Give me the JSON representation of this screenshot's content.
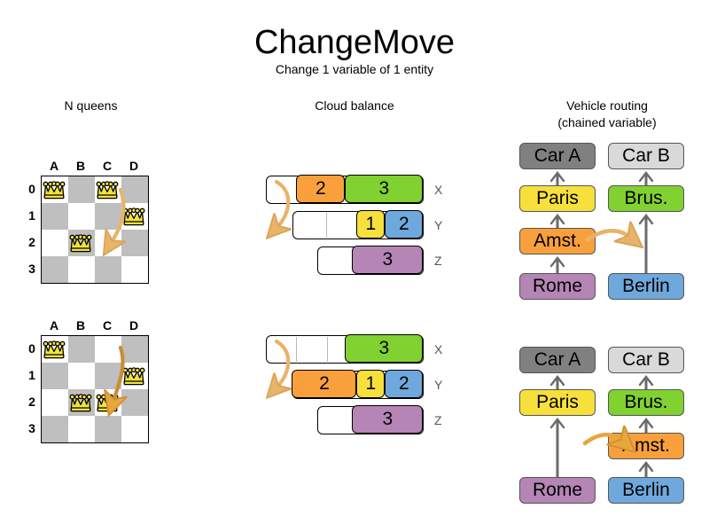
{
  "header": {
    "title": "ChangeMove",
    "subtitle": "Change 1 variable of 1 entity"
  },
  "sections": {
    "queens": {
      "heading": "N queens"
    },
    "cloud": {
      "heading": "Cloud balance"
    },
    "vrp": {
      "heading_line1": "Vehicle routing",
      "heading_line2": "(chained variable)"
    }
  },
  "colors": {
    "orange": "#f9a03c",
    "green": "#7ed321",
    "green_hex": "#81d131",
    "yellow": "#f7e03c",
    "blue": "#6fa8dc",
    "purple": "#b585b5",
    "gray_dark": "#808080",
    "gray_light": "#d9d9d9",
    "queen_yellow": "#f2e23c",
    "arrow": "#e8b36a",
    "cell_dark": "#bfbfbf",
    "cell_light": "#ffffff"
  },
  "queens": {
    "columns": [
      "A",
      "B",
      "C",
      "D"
    ],
    "rows": [
      "0",
      "1",
      "2",
      "3"
    ],
    "before": {
      "queens": [
        {
          "col": 0,
          "row": 0
        },
        {
          "col": 2,
          "row": 0
        },
        {
          "col": 3,
          "row": 1
        },
        {
          "col": 1,
          "row": 2
        }
      ],
      "move_arrow": {
        "from_col": 2,
        "from_row": 0,
        "to_col": 2,
        "to_row": 2
      }
    },
    "after": {
      "queens": [
        {
          "col": 0,
          "row": 0
        },
        {
          "col": 3,
          "row": 1
        },
        {
          "col": 1,
          "row": 2
        },
        {
          "col": 2,
          "row": 2
        }
      ],
      "move_arrow": {
        "from_col": 2,
        "from_row": 0,
        "to_col": 2,
        "to_row": 2
      }
    }
  },
  "cloud": {
    "row_labels": [
      "X",
      "Y",
      "Z"
    ],
    "before": {
      "rows": [
        {
          "label": "X",
          "segments": [
            {
              "value": "2",
              "color": "#f9a03c",
              "name": "process-2"
            },
            {
              "value": "3",
              "color": "#81d131",
              "name": "process-3"
            }
          ]
        },
        {
          "label": "Y",
          "segments": [
            {
              "value": "1",
              "color": "#f7e03c",
              "name": "process-1"
            },
            {
              "value": "2",
              "color": "#6fa8dc",
              "name": "process-2b"
            }
          ]
        },
        {
          "label": "Z",
          "segments": [
            {
              "value": "3",
              "color": "#b585b5",
              "name": "process-3b"
            }
          ]
        }
      ]
    },
    "after": {
      "rows": [
        {
          "label": "X",
          "segments": [
            {
              "value": "3",
              "color": "#81d131",
              "name": "process-3"
            }
          ]
        },
        {
          "label": "Y",
          "segments": [
            {
              "value": "2",
              "color": "#f9a03c",
              "name": "process-2"
            },
            {
              "value": "1",
              "color": "#f7e03c",
              "name": "process-1"
            },
            {
              "value": "2",
              "color": "#6fa8dc",
              "name": "process-2b"
            }
          ]
        },
        {
          "label": "Z",
          "segments": [
            {
              "value": "3",
              "color": "#b585b5",
              "name": "process-3b"
            }
          ]
        }
      ]
    }
  },
  "vrp": {
    "before": {
      "chain_a": [
        {
          "label": "Car A",
          "color": "#808080"
        },
        {
          "label": "Paris",
          "color": "#f7e03c"
        },
        {
          "label": "Amst.",
          "color": "#f9a03c"
        },
        {
          "label": "Rome",
          "color": "#b585b5"
        }
      ],
      "chain_b": [
        {
          "label": "Car B",
          "color": "#d9d9d9"
        },
        {
          "label": "Brus.",
          "color": "#81d131"
        },
        {
          "label": "Berlin",
          "color": "#6fa8dc"
        }
      ]
    },
    "after": {
      "chain_a": [
        {
          "label": "Car A",
          "color": "#808080"
        },
        {
          "label": "Paris",
          "color": "#f7e03c"
        },
        {
          "label": "Rome",
          "color": "#b585b5"
        }
      ],
      "chain_b": [
        {
          "label": "Car B",
          "color": "#d9d9d9"
        },
        {
          "label": "Brus.",
          "color": "#81d131"
        },
        {
          "label": "Amst.",
          "color": "#f9a03c"
        },
        {
          "label": "Berlin",
          "color": "#6fa8dc"
        }
      ]
    }
  }
}
